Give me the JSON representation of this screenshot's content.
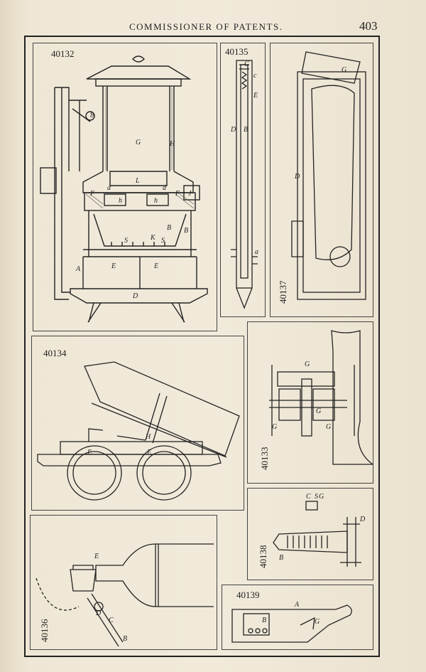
{
  "header": {
    "title": "COMMISSIONER OF PATENTS.",
    "page_number": "403"
  },
  "figures": {
    "fig_40132": {
      "number": "40132",
      "letters": [
        "G",
        "H",
        "L",
        "F",
        "F",
        "J",
        "B",
        "B",
        "S",
        "K",
        "S",
        "E",
        "E",
        "A",
        "D",
        "b",
        "d",
        "d",
        "h",
        "h"
      ]
    },
    "fig_40135": {
      "number": "40135",
      "letters": [
        "C",
        "c",
        "E",
        "D",
        "B",
        "a"
      ]
    },
    "fig_40137": {
      "number": "40137",
      "letters": [
        "G",
        "D"
      ]
    },
    "fig_40134": {
      "number": "40134",
      "letters": [
        "H",
        "E",
        "E"
      ]
    },
    "fig_40133": {
      "number": "40133",
      "letters": [
        "G",
        "G",
        "G",
        "G"
      ]
    },
    "fig_40138": {
      "number": "40138",
      "letters": [
        "C",
        "S",
        "G",
        "D",
        "B"
      ]
    },
    "fig_40136": {
      "number": "40136",
      "letters": [
        "E",
        "D",
        "C",
        "B"
      ]
    },
    "fig_40139": {
      "number": "40139",
      "letters": [
        "A",
        "B",
        "G"
      ]
    }
  }
}
